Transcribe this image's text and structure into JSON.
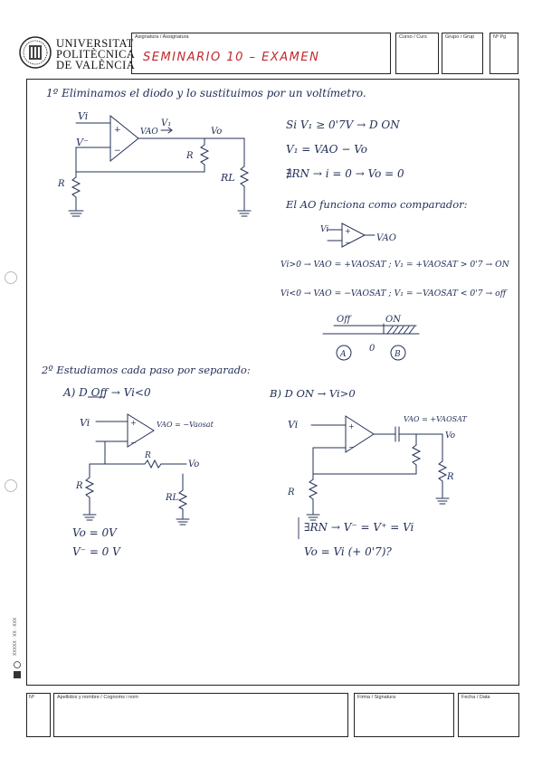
{
  "header": {
    "university": [
      "UNIVERSITAT",
      "POLITÈCNICA",
      "DE VALÈNCIA"
    ],
    "subject_label": "Asignatura / Assignatura",
    "subject_value": "SEMINARIO 10 – EXAMEN",
    "course_label": "Curso / Curs",
    "group_label": "Grupo / Grup",
    "page_label": "Nº Pg"
  },
  "sheet": {
    "step1": "1º Eliminamos el diodo y lo sustituimos por un voltímetro.",
    "step2": "2º Estudiamos cada paso por separado:",
    "case_a": "A) D Off → Vi<0",
    "case_b": "B) D ON → Vi>0",
    "eq": {
      "l1": "Si V₁ ≥ 0'7V → D ON",
      "l2": "V₁ = VAO − Vo",
      "l3": "∄RN → i = 0 → Vo = 0",
      "l4": "El AO funciona como comparador:",
      "l5": "Vi>0 → VAO = +VAOSAT ; V₁ = +VAOSAT > 0'7 → ON",
      "l6": "Vi<0 → VAO = −VAOSAT ; V₁ = −VAOSAT < 0'7 → off",
      "a1": "Vo = 0V",
      "a2": "V⁻ = 0 V",
      "b1": "∃RN → V⁻ = V⁺ = Vi",
      "b2": "Vo = Vi (+ 0'7)?"
    },
    "line_labels": {
      "off": "Off",
      "on": "ON",
      "a": "A",
      "zero": "0",
      "b": "B"
    },
    "circuit_labels": {
      "vi": "Vi",
      "vminus": "V⁻",
      "vao": "VAO",
      "v1": "V₁",
      "vo": "Vo",
      "r": "R",
      "rl": "RL",
      "vao_neg_sat": "VAO = −Vaosat",
      "vao_pos_sat": "VAO = +VAOSAT",
      "plus": "+",
      "minus": "−"
    }
  },
  "footer": {
    "n_label": "Nº",
    "name_label": "Apellidos y nombre / Cognoms i nom",
    "signature_label": "Firma / Signatura",
    "date_label": "Fecha / Data"
  },
  "side_text": "XXXXX · XX · XXX",
  "colors": {
    "ink": "#233057",
    "red": "#c0282d",
    "frame": "#222222"
  }
}
